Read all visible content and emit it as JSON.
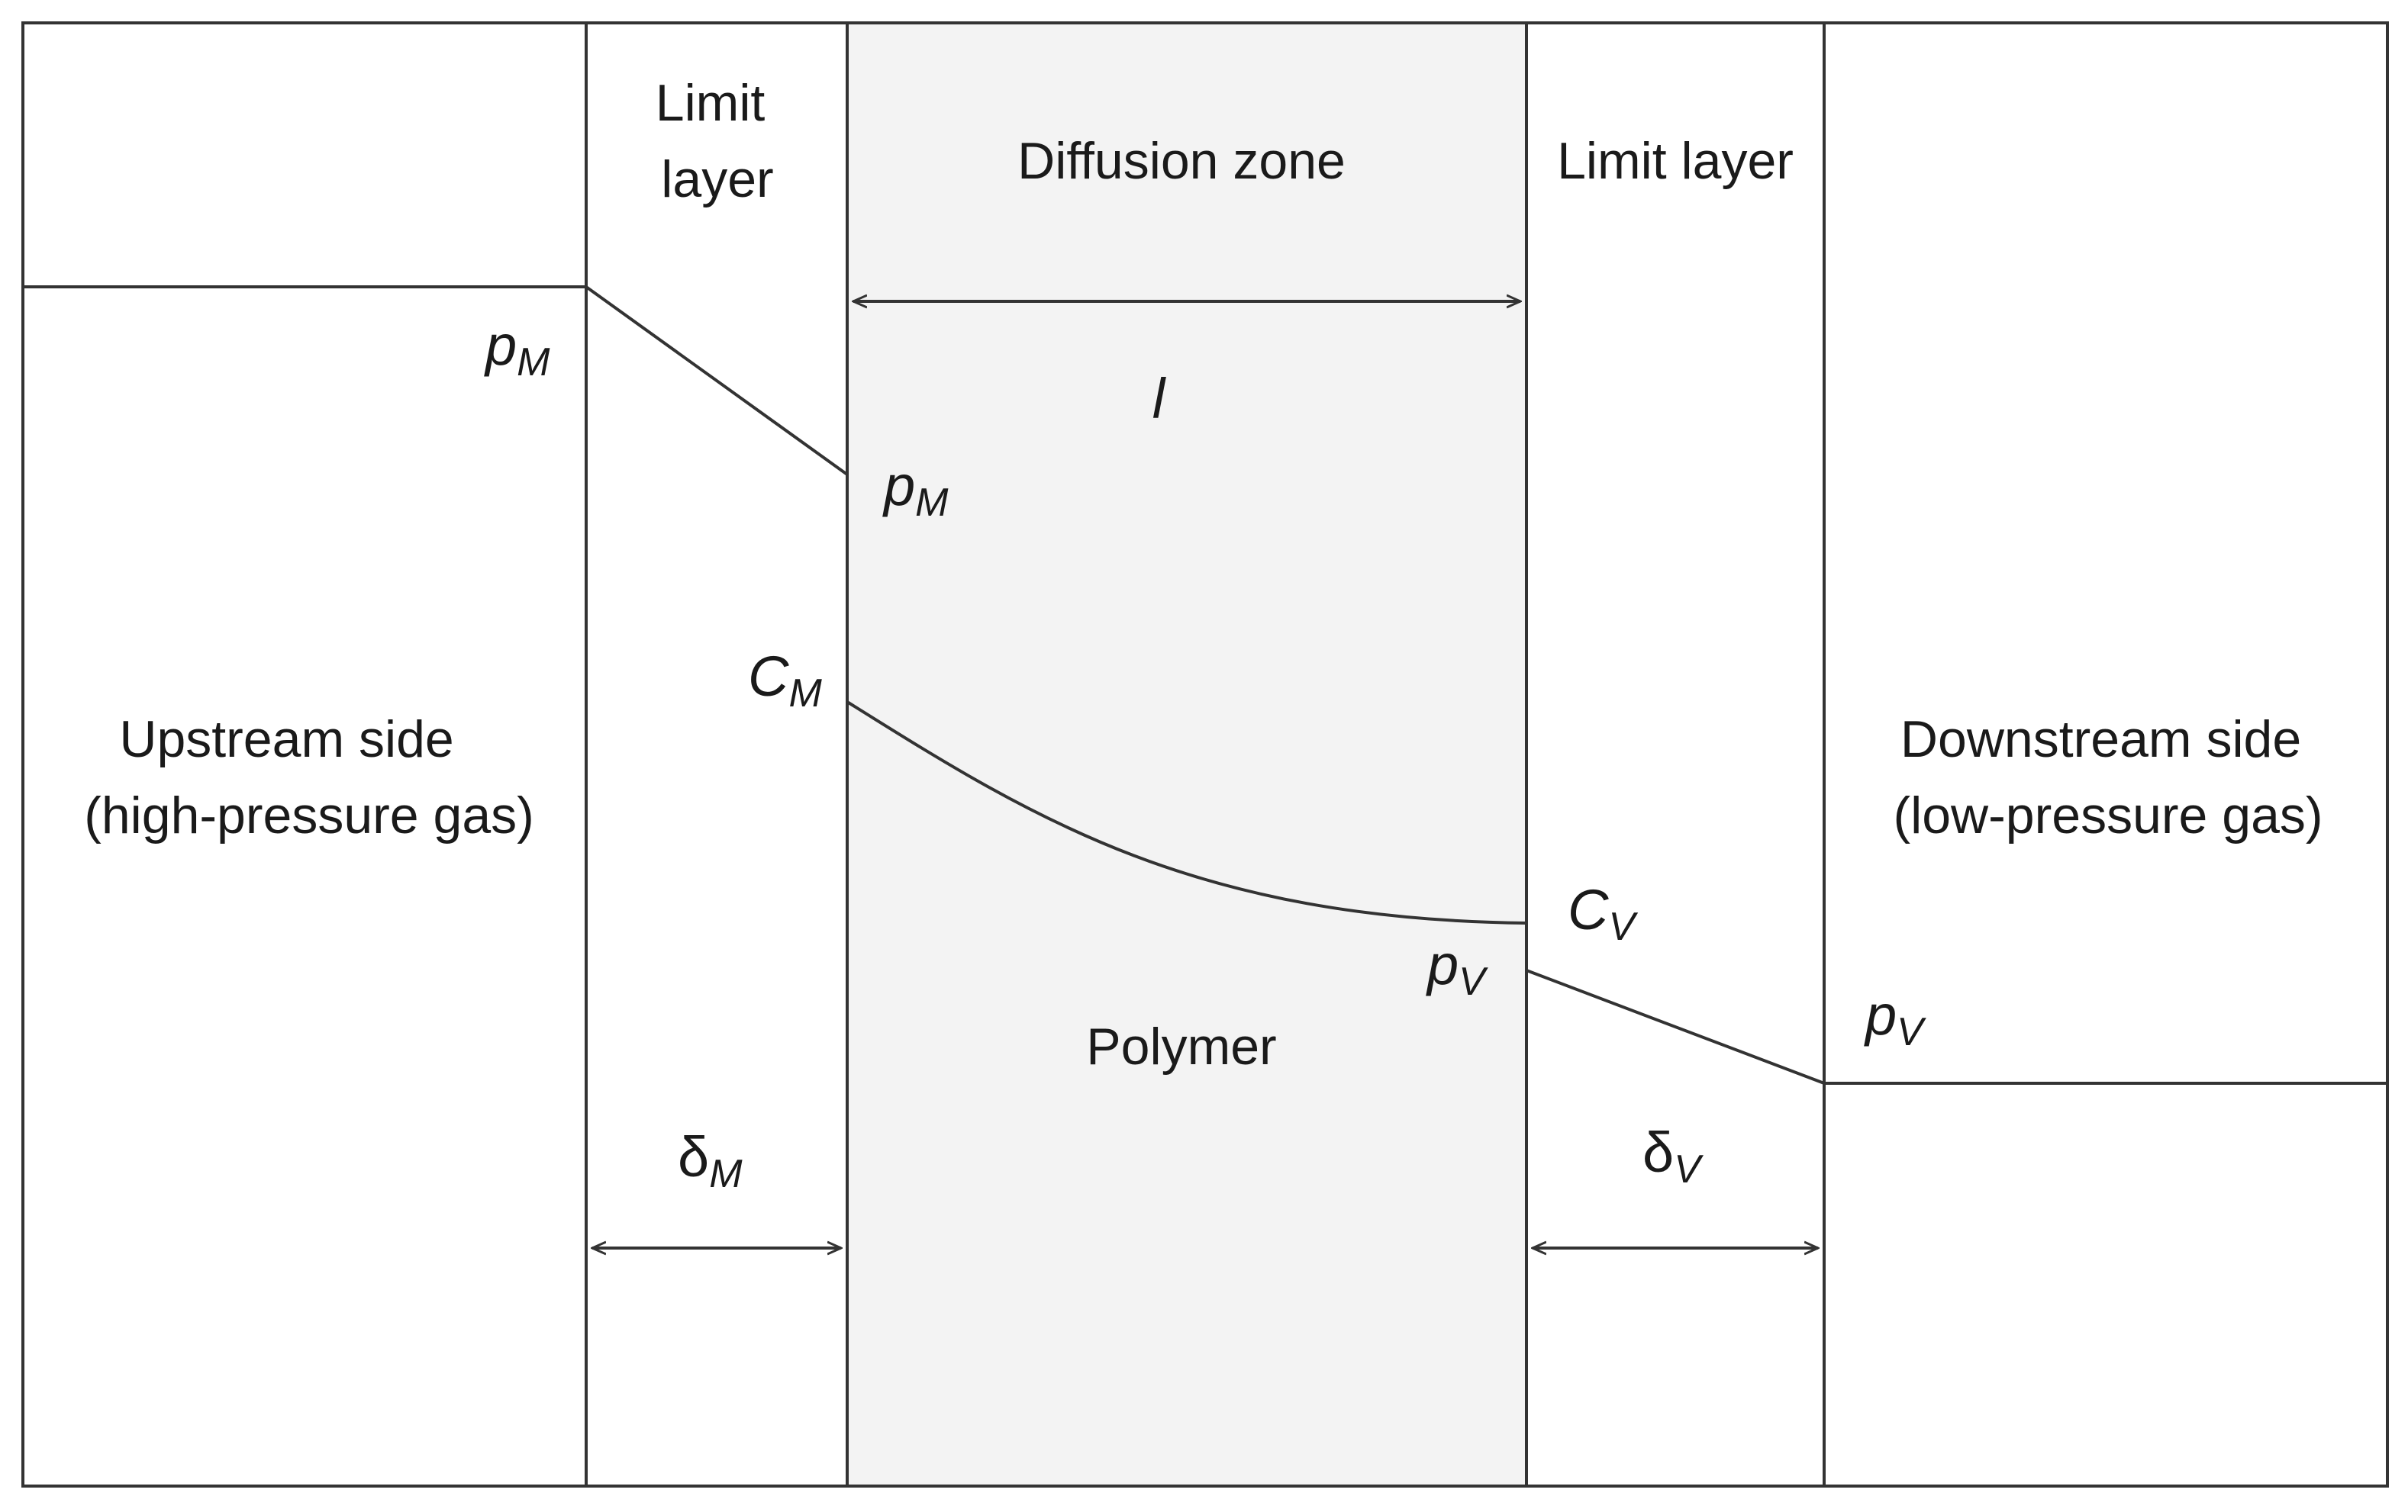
{
  "regions": {
    "upstream": {
      "line1": "Upstream side",
      "line2": "(high-pressure gas)"
    },
    "limit_layer_left": {
      "line1": "Limit",
      "line2": "layer"
    },
    "diffusion_zone": {
      "label": "Diffusion zone"
    },
    "limit_layer_right": {
      "label": "Limit layer"
    },
    "downstream": {
      "line1": "Downstream side",
      "line2": "(low-pressure gas)"
    },
    "polymer": {
      "label": "Polymer"
    }
  },
  "symbols": {
    "p_m_upstream": {
      "main": "p",
      "sub": "M"
    },
    "p_m_surface": {
      "main": "p",
      "sub": "M"
    },
    "c_m": {
      "main": "C",
      "sub": "M"
    },
    "c_v": {
      "main": "C",
      "sub": "V"
    },
    "p_v_surface": {
      "main": "p",
      "sub": "V"
    },
    "p_v_downstream": {
      "main": "p",
      "sub": "V"
    },
    "thickness": {
      "main": "l"
    },
    "delta_m": {
      "main": "δ",
      "sub": "M"
    },
    "delta_v": {
      "main": "δ",
      "sub": "V"
    }
  },
  "colors": {
    "line": "#333333",
    "polymer_fill": "#f3f3f3",
    "background": "#ffffff"
  }
}
